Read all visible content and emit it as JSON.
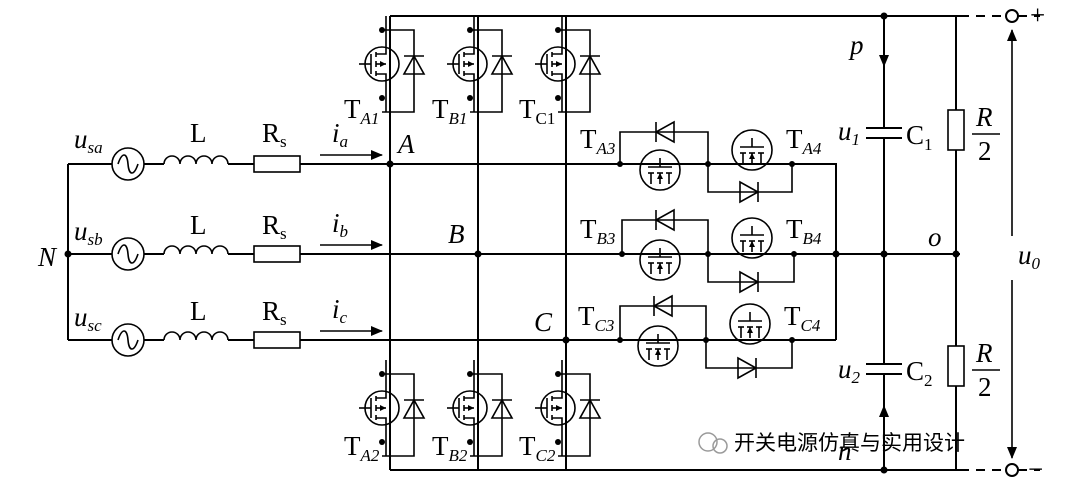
{
  "labels": {
    "N": "N",
    "A": "A",
    "B": "B",
    "C": "C",
    "p": "p",
    "n": "n",
    "o": "o",
    "u0_base": "u",
    "u0_sub": "0",
    "u1_base": "u",
    "u1_sub": "1",
    "u2_base": "u",
    "u2_sub": "2",
    "c1_base": "C",
    "c1_sub": "1",
    "c2_base": "C",
    "c2_sub": "2",
    "r_num": "R",
    "r_den": "2",
    "plus": "+",
    "minus": "−",
    "L": "L",
    "Rs_base": "R",
    "Rs_sub": "s",
    "ia_base": "i",
    "ia_sub": "a",
    "ib_base": "i",
    "ib_sub": "b",
    "ic_base": "i",
    "ic_sub": "c",
    "usa_base": "u",
    "usa_sub": "sa",
    "usb_base": "u",
    "usb_sub": "sb",
    "usc_base": "u",
    "usc_sub": "sc",
    "T": "T",
    "TA1_sub": "A1",
    "TB1_sub": "B1",
    "TC1_sub": "C1",
    "TA2_sub": "A2",
    "TB2_sub": "B2",
    "TC2_sub": "C2",
    "TA3_sub": "A3",
    "TA4_sub": "A4",
    "TB3_sub": "B3",
    "TB4_sub": "B4",
    "TC3_sub": "C3",
    "TC4_sub": "C4"
  },
  "watermark": "开关电源仿真与实用设计"
}
